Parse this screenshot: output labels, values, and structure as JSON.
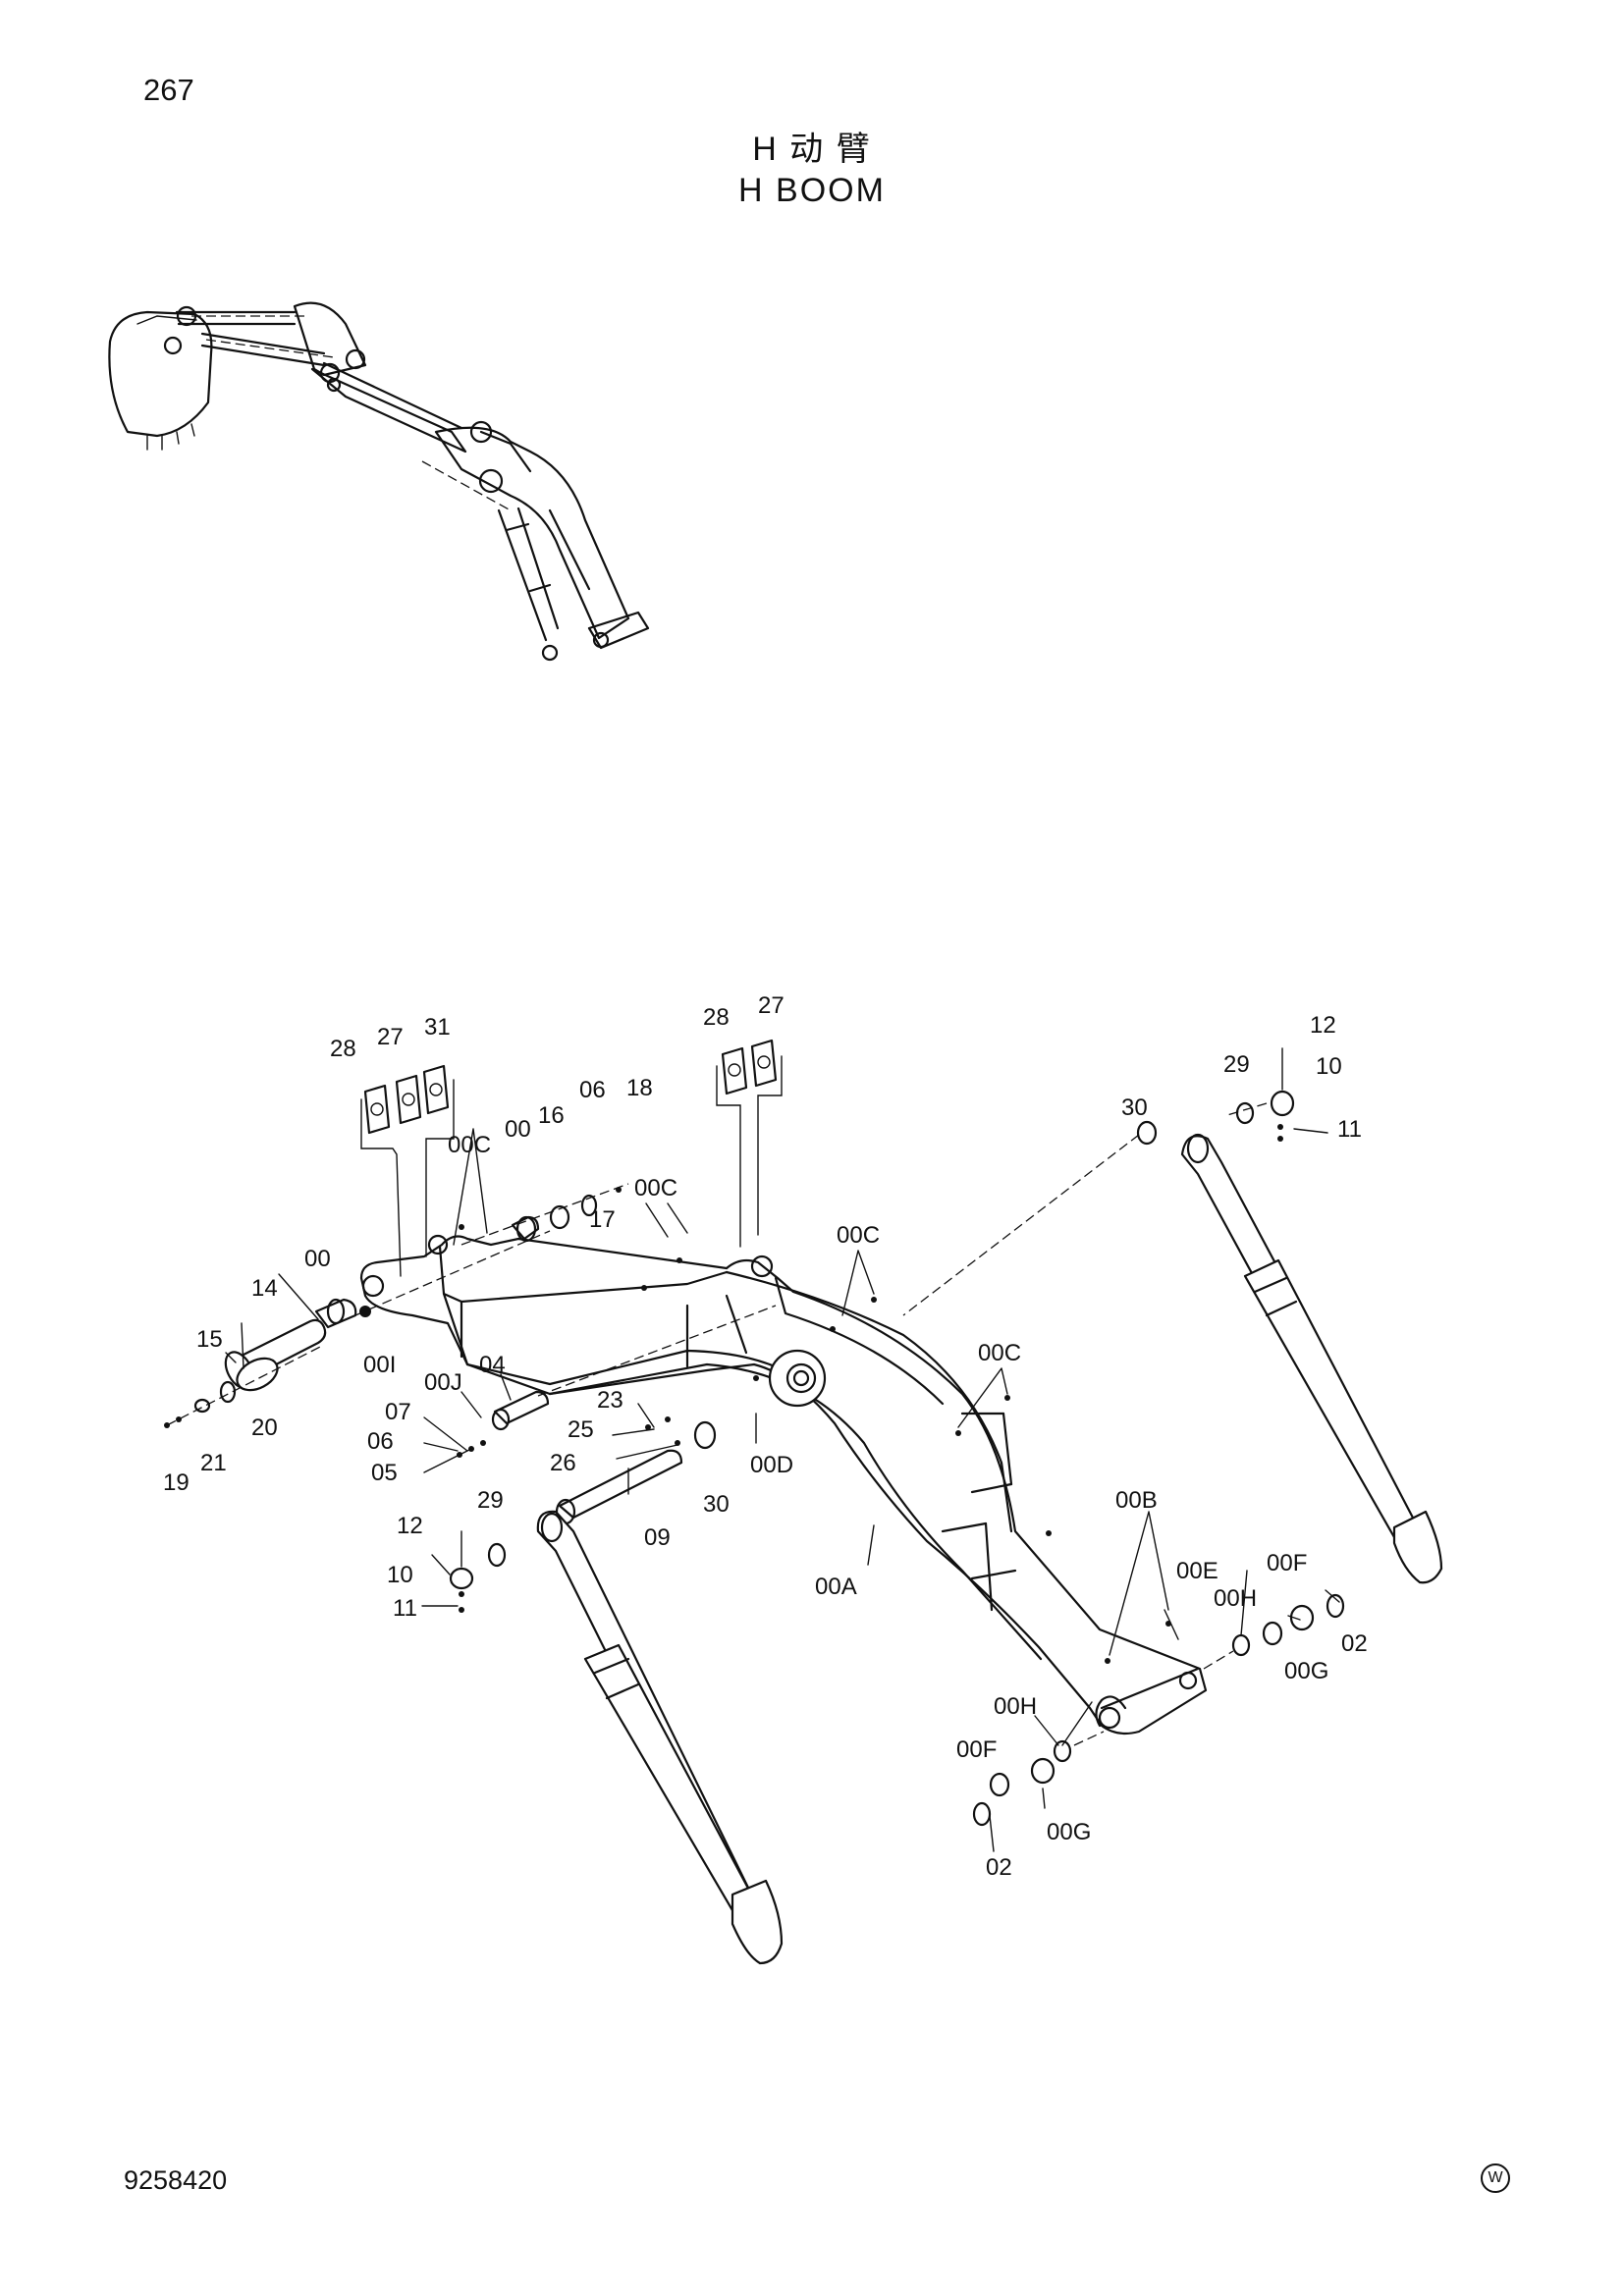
{
  "header": {
    "page_number": "267",
    "title_cn": "H 动 臂",
    "title_en": "H BOOM"
  },
  "footer": {
    "doc_number": "9258420",
    "mark": "W"
  },
  "callouts": {
    "c28a": "28",
    "c27a": "27",
    "c31": "31",
    "c28b": "28",
    "c27b": "27",
    "c12a": "12",
    "c29a": "29",
    "c10a": "10",
    "c11a": "11",
    "c30a": "30",
    "c00Ca": "00C",
    "c00a": "00",
    "c16": "16",
    "c06a": "06",
    "c18": "18",
    "c17": "17",
    "c00Cb": "00C",
    "c00Cc": "00C",
    "c00Cd": "00C",
    "c00b": "00",
    "c14": "14",
    "c15": "15",
    "c00I": "00I",
    "c20": "20",
    "c21": "21",
    "c19": "19",
    "c04": "04",
    "c00J": "00J",
    "c07": "07",
    "c06b": "06",
    "c05": "05",
    "c23": "23",
    "c25": "25",
    "c26": "26",
    "c30b": "30",
    "c00D": "00D",
    "c09": "09",
    "c12b": "12",
    "c29b": "29",
    "c10b": "10",
    "c11b": "11",
    "c00A": "00A",
    "c00B": "00B",
    "c00E": "00E",
    "c00Fa": "00F",
    "c00Ha": "00H",
    "c02a": "02",
    "c00Ga": "00G",
    "c00Hb": "00H",
    "c00Fb": "00F",
    "c00Gb": "00G",
    "c02b": "02"
  }
}
